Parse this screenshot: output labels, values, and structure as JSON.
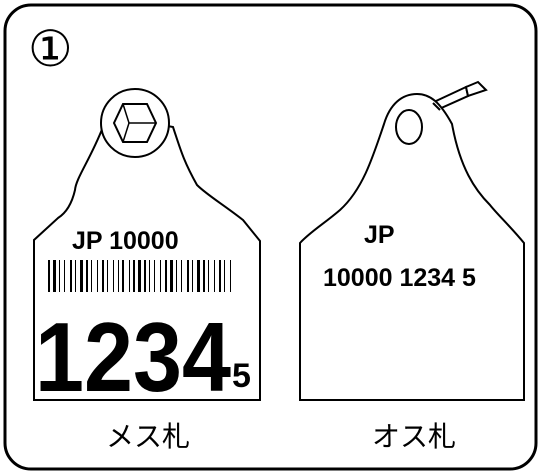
{
  "figure": {
    "number": "①",
    "colors": {
      "line": "#000000",
      "background": "#ffffff"
    }
  },
  "female_tag": {
    "caption": "メス札",
    "prefix_line": "JP 10000",
    "big_number": "1234",
    "check_digit": "5",
    "barcode": "visible"
  },
  "male_tag": {
    "caption": "オス札",
    "prefix_line": "JP",
    "id_line": "10000 1234 5"
  }
}
